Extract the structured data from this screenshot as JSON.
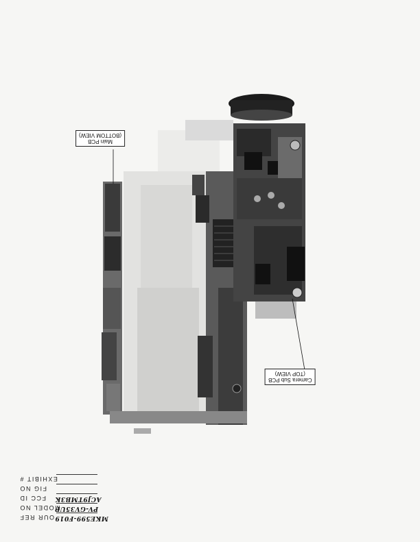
{
  "callouts": {
    "main_pcb": {
      "line1": "Main PCB",
      "line2": "(BOTTOM VIEW)"
    },
    "camera_sub_pcb": {
      "line1": "Camera Sub PCB",
      "line2": "(TOP VIEW)"
    }
  },
  "exhibit_form": {
    "exhibit_label": "EXHIBIT #",
    "exhibit_value": "",
    "fig_label": "FIG NO",
    "fig_value": "",
    "fcc_label": "FCC ID",
    "fcc_value": "ACJ9TMB3K",
    "model_label": "MODEL NO",
    "model_value": "PV-GV35UP",
    "ref_label": "OUR REF",
    "ref_value": "MKE599-F019"
  }
}
